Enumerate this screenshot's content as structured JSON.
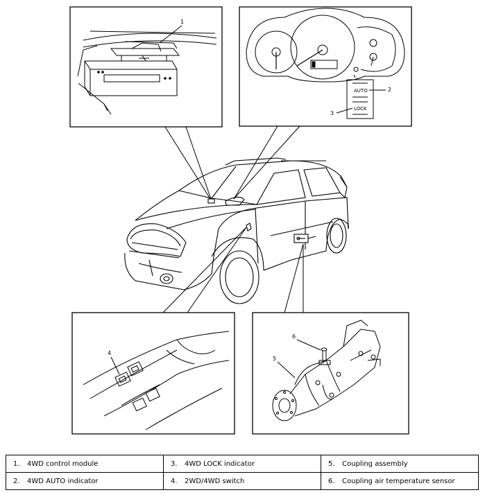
{
  "callouts": {
    "c1": "1",
    "c2": "2",
    "c3": "3",
    "c4": "4",
    "c5": "5",
    "c6": "6"
  },
  "indicators": {
    "auto": "AUTO",
    "lock": "LOCK"
  },
  "legend": {
    "rows": [
      [
        {
          "num": "1.",
          "label": "4WD control module"
        },
        {
          "num": "3.",
          "label": "4WD LOCK indicator"
        },
        {
          "num": "5.",
          "label": "Coupling assembly"
        }
      ],
      [
        {
          "num": "2.",
          "label": "4WD AUTO indicator"
        },
        {
          "num": "4.",
          "label": "2WD/4WD switch"
        },
        {
          "num": "6.",
          "label": "Coupling air temperature sensor"
        }
      ]
    ]
  }
}
